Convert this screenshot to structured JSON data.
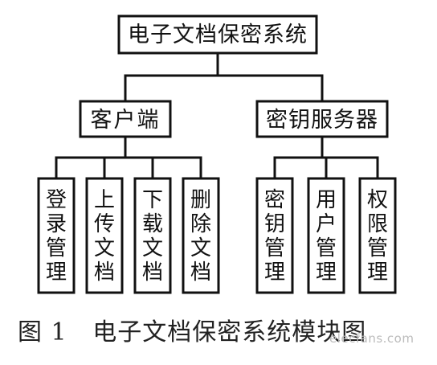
{
  "diagram": {
    "root": "电子文档保密系统",
    "nodes": [
      {
        "id": "client",
        "label": "客户端",
        "children": [
          {
            "id": "login",
            "label": "登录管理"
          },
          {
            "id": "upload",
            "label": "上传文档"
          },
          {
            "id": "download",
            "label": "下载文档"
          },
          {
            "id": "delete",
            "label": "删除文档"
          }
        ]
      },
      {
        "id": "key-server",
        "label": "密钥服务器",
        "children": [
          {
            "id": "key-mgmt",
            "label": "密钥管理"
          },
          {
            "id": "user-mgmt",
            "label": "用户管理"
          },
          {
            "id": "perm-mgmt",
            "label": "权限管理"
          }
        ]
      }
    ]
  },
  "caption": "图 1   电子文档保密系统模块图",
  "watermark": "elecfans.com"
}
